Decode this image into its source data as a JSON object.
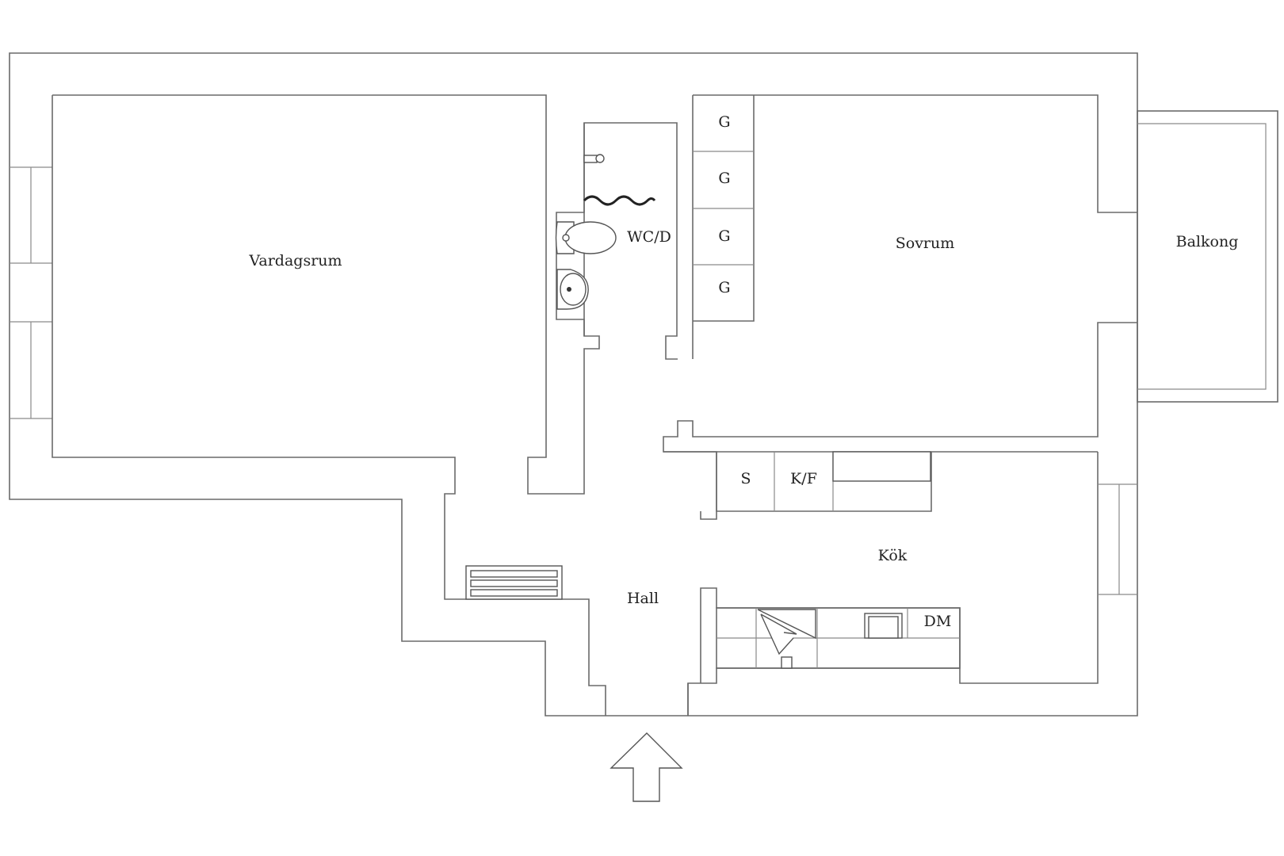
{
  "rooms": {
    "vardagsrum": "Vardagsrum",
    "wc": "WC/D",
    "sovrum": "Sovrum",
    "balkong": "Balkong",
    "kok": "Kök",
    "hall": "Hall"
  },
  "closets": [
    "G",
    "G",
    "G",
    "G"
  ],
  "kitchen_fixtures": {
    "stove": "S",
    "fridge": "K/F",
    "dishwasher": "DM"
  },
  "icons": {
    "entrance": "entrance-arrow-icon",
    "toilet": "toilet-icon",
    "sink": "sink-icon",
    "shower": "shower-head-icon",
    "shower_curtain": "shower-curtain-icon",
    "radiator": "radiator-icon",
    "kitchen_sink": "kitchen-sink-icon",
    "extractor": "extractor-hood-icon"
  },
  "colors": {
    "wall": "#6a6a6a",
    "label": "#222222",
    "background": "#ffffff"
  }
}
